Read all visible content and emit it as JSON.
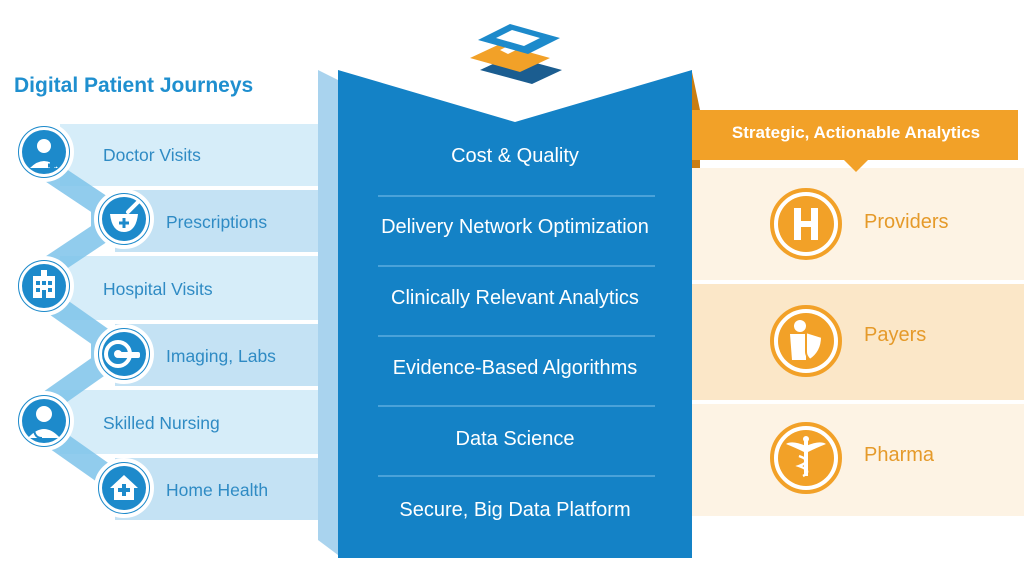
{
  "colors": {
    "blue_dark": "#1482c6",
    "blue_light": "#d4ebf8",
    "blue_icon": "#1d8acb",
    "orange": "#f2a128",
    "orange_light": "#fdf0dc"
  },
  "left": {
    "title": "Digital Patient Journeys",
    "steps": [
      {
        "label": "Doctor Visits",
        "icon": "doctor-icon"
      },
      {
        "label": "Prescriptions",
        "icon": "mortar-pestle-icon"
      },
      {
        "label": "Hospital Visits",
        "icon": "hospital-icon"
      },
      {
        "label": "Imaging, Labs",
        "icon": "mri-scanner-icon"
      },
      {
        "label": "Skilled Nursing",
        "icon": "nurse-icon"
      },
      {
        "label": "Home Health",
        "icon": "home-health-icon"
      }
    ]
  },
  "center": {
    "logo": "stacked-layers-logo",
    "items": [
      "Cost & Quality",
      "Delivery Network Optimization",
      "Clinically Relevant Analytics",
      "Evidence-Based Algorithms",
      "Data Science",
      "Secure, Big Data Platform"
    ]
  },
  "right": {
    "title": "Strategic, Actionable Analytics",
    "stakeholders": [
      {
        "label": "Providers",
        "icon": "hospital-h-icon"
      },
      {
        "label": "Payers",
        "icon": "shield-person-icon"
      },
      {
        "label": "Pharma",
        "icon": "caduceus-icon"
      }
    ]
  }
}
